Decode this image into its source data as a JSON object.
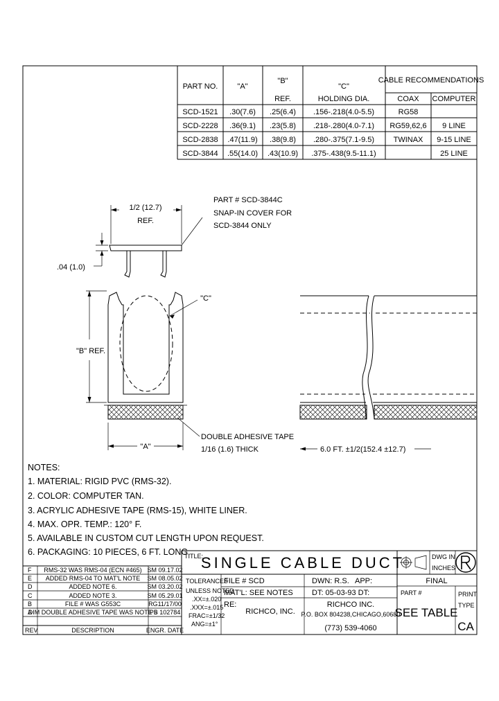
{
  "parts_table": {
    "headers": {
      "part_no": "PART NO.",
      "a": "\"A\"",
      "b": "\"B\"",
      "b_ref": "REF.",
      "c": "\"C\"",
      "c_sub": "HOLDING DIA.",
      "cable_rec": "CABLE RECOMMENDATIONS",
      "coax": "COAX",
      "computer": "COMPUTER"
    },
    "rows": [
      {
        "part": "SCD-1521",
        "a": ".30(7.6)",
        "b": ".25(6.4)",
        "c": ".156-.218(4.0-5.5)",
        "coax": "RG58",
        "computer": ""
      },
      {
        "part": "SCD-2228",
        "a": ".36(9.1)",
        "b": ".23(5.8)",
        "c": ".218-.280(4.0-7.1)",
        "coax": "RG59,62,6",
        "computer": "9 LINE"
      },
      {
        "part": "SCD-2838",
        "a": ".47(11.9)",
        "b": ".38(9.8)",
        "c": ".280-.375(7.1-9.5)",
        "coax": "TWINAX",
        "computer": "9-15 LINE"
      },
      {
        "part": "SCD-3844",
        "a": ".55(14.0)",
        "b": ".43(10.9)",
        "c": ".375-.438(9.5-11.1)",
        "coax": "",
        "computer": "25 LINE"
      }
    ]
  },
  "drawing": {
    "cover_part": "PART # SCD-3844C",
    "cover_desc1": "SNAP-IN COVER FOR",
    "cover_desc2": "SCD-3844 ONLY",
    "dim_half": "1/2 (12.7)",
    "dim_half_ref": "REF.",
    "dim_thick": ".04 (1.0)",
    "label_c": "\"C\"",
    "label_b": "\"B\" REF.",
    "label_a": "\"A\"",
    "tape1": "DOUBLE ADHESIVE TAPE",
    "tape2": "1/16 (1.6) THICK",
    "length": "6.0 FT. ±1/2(152.4 ±12.7)"
  },
  "notes": {
    "title": "NOTES:",
    "items": [
      "1. MATERIAL: RIGID PVC (RMS-32).",
      "2. COLOR: COMPUTER TAN.",
      "3. ACRYLIC ADHESIVE TAPE (RMS-15), WHITE LINER.",
      "4. MAX. OPR. TEMP.: 120° F.",
      "5. AVAILABLE IN CUSTOM CUT LENGTH UPON REQUEST.",
      "6. PACKAGING: 10 PIECES, 6 FT. LONG."
    ]
  },
  "revisions": {
    "rows": [
      {
        "rev": "F",
        "desc": "RMS-32 WAS RMS-04 (ECN #465)",
        "engr": "SM 09.17.02"
      },
      {
        "rev": "E",
        "desc": "ADDED RMS-04 TO MAT'L NOTE",
        "engr": "SM 08.05.02"
      },
      {
        "rev": "D",
        "desc": "ADDED NOTE 6.",
        "engr": "SM 03.20.02"
      },
      {
        "rev": "C",
        "desc": "ADDED NOTE 3.",
        "engr": "SM 05.29.01"
      },
      {
        "rev": "B",
        "desc": "FILE # WAS G553C",
        "engr": "RG11/17/00"
      },
      {
        "rev": "A",
        "desc": "DIM DOUBLE ADHESIVE TAPE WAS NOTE 5",
        "engr": "PB 102784"
      }
    ],
    "head_rev": "REV",
    "head_desc": "DESCRIPTION",
    "head_engr": "ENGR. DATE"
  },
  "title_block": {
    "title_label": "TITLE:",
    "title": "SINGLE CABLE DUCT",
    "dwg_in1": "DWG IN",
    "dwg_in2": "INCHES",
    "tolerances": "TOLERANCES",
    "unless": "UNLESS NOTED",
    "tol1": ".XX=±.020",
    "tol2": ".XXX=±.015",
    "tol3": "FRAC=±1/32",
    "tol4": "ANG=±1°",
    "file": "FILE # SCD",
    "matl": "MAT'L: SEE NOTES",
    "re": "RE:",
    "company": "RICHCO, INC.",
    "dwn": "DWN: R.S.",
    "app": "APP:",
    "final": "FINAL",
    "dt": "DT: 05-03-93 DT:",
    "company2": "RICHCO INC.",
    "address": "P.O. BOX 804238,CHICAGO,60680",
    "phone": "(773) 539-4060",
    "part_label": "PART #",
    "part_value": "SEE TABLE",
    "print_label": "PRINT",
    "type_label": "TYPE",
    "type_value": "CA"
  }
}
